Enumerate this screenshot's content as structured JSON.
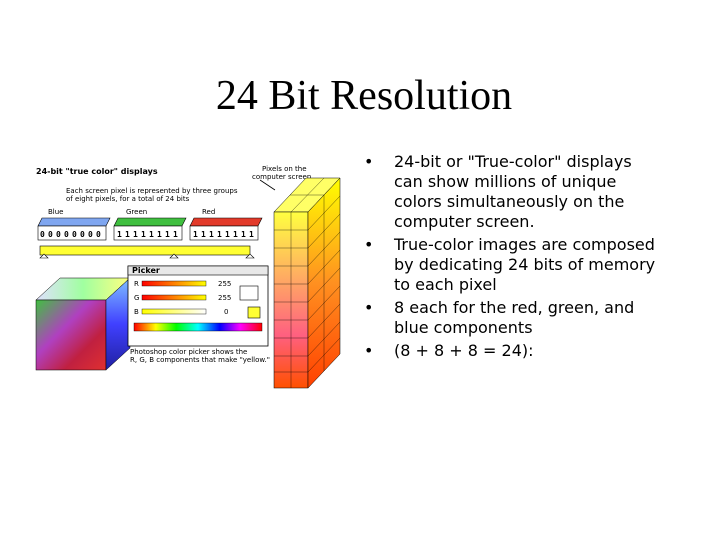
{
  "slide": {
    "title": "24 Bit Resolution",
    "bullets": [
      "24-bit or \"True-color\" displays can show millions of unique colors simultaneously on the computer screen.",
      "True-color images are composed by dedicating 24 bits of memory to each pixel",
      "8 each for the red, green, and blue components",
      "(8 + 8 + 8 = 24):"
    ],
    "bullet_glyph": "•"
  },
  "figure": {
    "heading": "24-bit \"true color\" displays",
    "caption_line1": "Each screen pixel is represented by three groups",
    "caption_line2": "of eight pixels, for a total of 24 bits",
    "pixels_label_line1": "Pixels on the",
    "pixels_label_line2": "computer screen",
    "group_labels": [
      "Blue",
      "Green",
      "Red"
    ],
    "group_bits": [
      [
        "0",
        "0",
        "0",
        "0",
        "0",
        "0",
        "0",
        "0"
      ],
      [
        "1",
        "1",
        "1",
        "1",
        "1",
        "1",
        "1",
        "1"
      ],
      [
        "1",
        "1",
        "1",
        "1",
        "1",
        "1",
        "1",
        "1"
      ]
    ],
    "picker": {
      "title": "Picker",
      "channels": [
        "R",
        "G",
        "B"
      ],
      "values": [
        "255",
        "255",
        "0"
      ],
      "note_line1": "Photoshop color picker shows the",
      "note_line2": "R, G, B components that make \"yellow.\""
    },
    "colors": {
      "blue": "#3a6fe0",
      "green": "#3fbf3f",
      "red": "#e23a2a",
      "yellow": "#ffff33",
      "orange": "#ff8c1a"
    }
  }
}
